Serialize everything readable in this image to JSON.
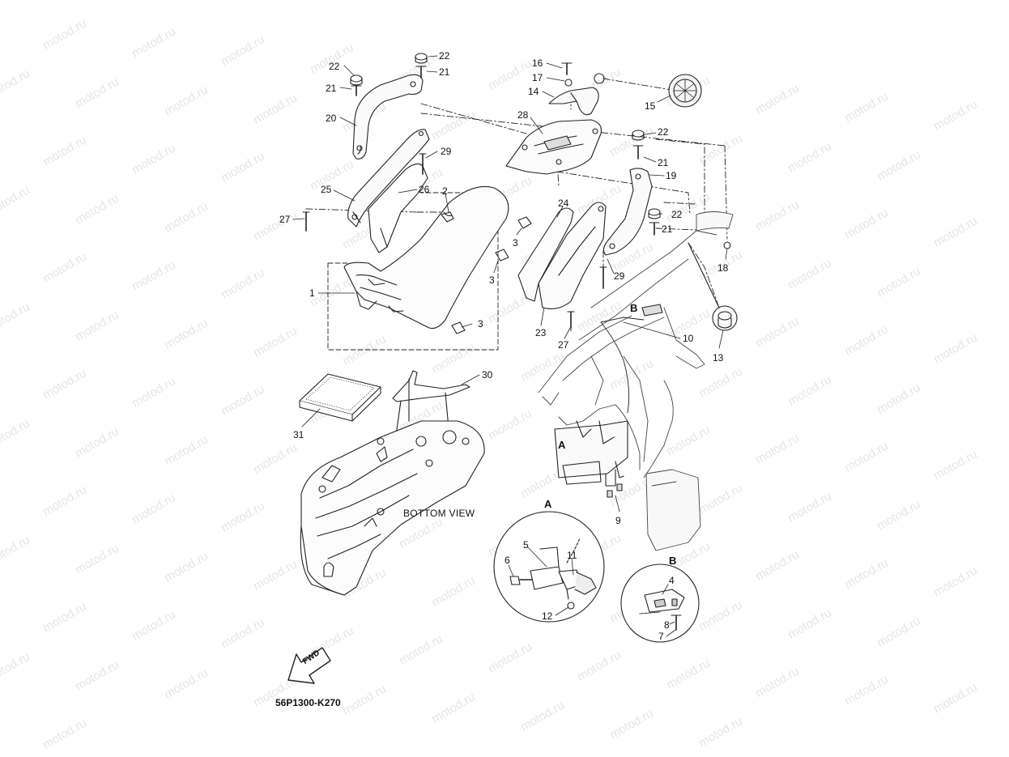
{
  "watermark_text": "motod.ru",
  "diagram_code": "56P1300-K270",
  "bottom_view_label": "BOTTOM VIEW",
  "fwd_label": "FWD",
  "detail_a_label": "A",
  "detail_b_label": "B",
  "marker_a_label": "A",
  "marker_b_label": "B",
  "line_color": "#222222",
  "callouts": [
    {
      "id": "c22a",
      "text": "22"
    },
    {
      "id": "c21a",
      "text": "21"
    },
    {
      "id": "c22b",
      "text": "22"
    },
    {
      "id": "c21b",
      "text": "21"
    },
    {
      "id": "c20",
      "text": "20"
    },
    {
      "id": "c29a",
      "text": "29"
    },
    {
      "id": "c25",
      "text": "25"
    },
    {
      "id": "c26",
      "text": "26"
    },
    {
      "id": "c2",
      "text": "2"
    },
    {
      "id": "c27a",
      "text": "27"
    },
    {
      "id": "c1",
      "text": "1"
    },
    {
      "id": "c3a",
      "text": "3"
    },
    {
      "id": "c3b",
      "text": "3"
    },
    {
      "id": "c3c",
      "text": "3"
    },
    {
      "id": "c16",
      "text": "16"
    },
    {
      "id": "c17",
      "text": "17"
    },
    {
      "id": "c14",
      "text": "14"
    },
    {
      "id": "c15",
      "text": "15"
    },
    {
      "id": "c28",
      "text": "28"
    },
    {
      "id": "c22c",
      "text": "22"
    },
    {
      "id": "c21c",
      "text": "21"
    },
    {
      "id": "c19",
      "text": "19"
    },
    {
      "id": "c24",
      "text": "24"
    },
    {
      "id": "c22d",
      "text": "22"
    },
    {
      "id": "c21d",
      "text": "21"
    },
    {
      "id": "c18",
      "text": "18"
    },
    {
      "id": "c29b",
      "text": "29"
    },
    {
      "id": "c10",
      "text": "10"
    },
    {
      "id": "c13",
      "text": "13"
    },
    {
      "id": "c23",
      "text": "23"
    },
    {
      "id": "c27b",
      "text": "27"
    },
    {
      "id": "c30",
      "text": "30"
    },
    {
      "id": "c31",
      "text": "31"
    },
    {
      "id": "c9",
      "text": "9"
    },
    {
      "id": "c5",
      "text": "5"
    },
    {
      "id": "c6",
      "text": "6"
    },
    {
      "id": "c11",
      "text": "11"
    },
    {
      "id": "c12",
      "text": "12"
    },
    {
      "id": "c4",
      "text": "4"
    },
    {
      "id": "c8",
      "text": "8"
    },
    {
      "id": "c7",
      "text": "7"
    }
  ]
}
